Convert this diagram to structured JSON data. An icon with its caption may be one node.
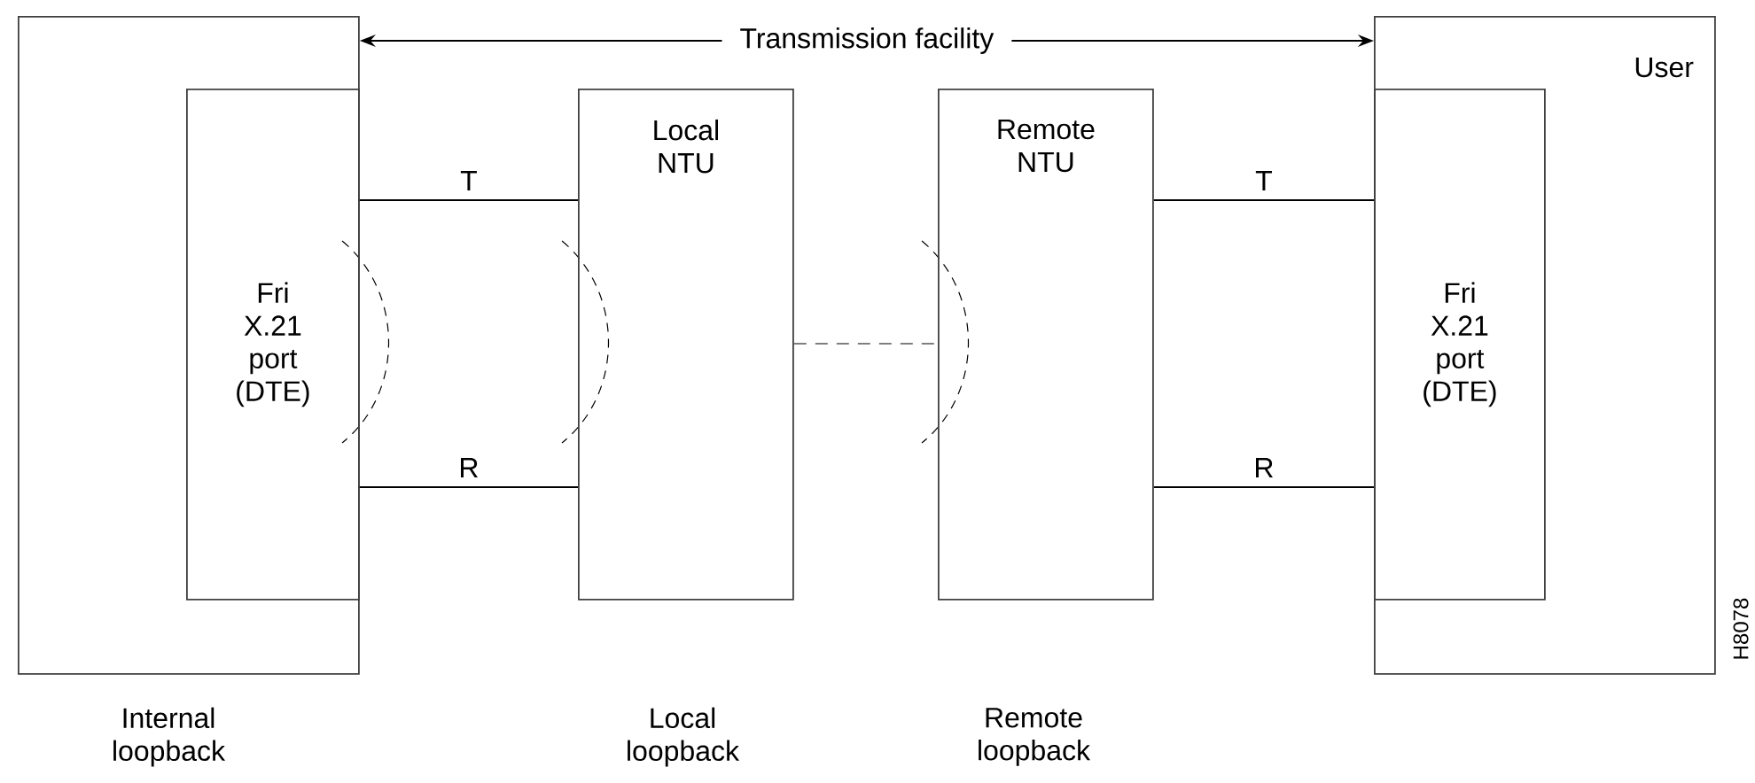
{
  "diagram": {
    "nodes": [
      {
        "text": [],
        "shape": "box"
      },
      {
        "text": [
          "Fri X.21 port (DTE)"
        ],
        "in": 0
      },
      {
        "text": [
          "Local NTU"
        ]
      },
      {
        "text": [
          "Remote NTU"
        ]
      },
      {
        "text": [
          "User"
        ]
      },
      {
        "text": [
          "Fri X.21 port (DTE)"
        ],
        "in": 4
      }
    ],
    "edges": [
      {
        "from": 0,
        "to": 4,
        "arrow": "both",
        "label": "Transmission facility"
      },
      {
        "from": 1,
        "to": 2,
        "arrow": "none",
        "label": "T"
      },
      {
        "from": 1,
        "to": 2,
        "arrow": "none",
        "label": "R"
      },
      {
        "from": 2,
        "to": 3,
        "arrow": "none",
        "style": "dashed"
      },
      {
        "from": 3,
        "to": 5,
        "arrow": "none",
        "label": "T"
      },
      {
        "from": 3,
        "to": 5,
        "arrow": "none",
        "label": "R"
      }
    ],
    "labels": [
      "Internal loopback",
      "Local loopback",
      "Remote loopback",
      "H8078"
    ]
  }
}
